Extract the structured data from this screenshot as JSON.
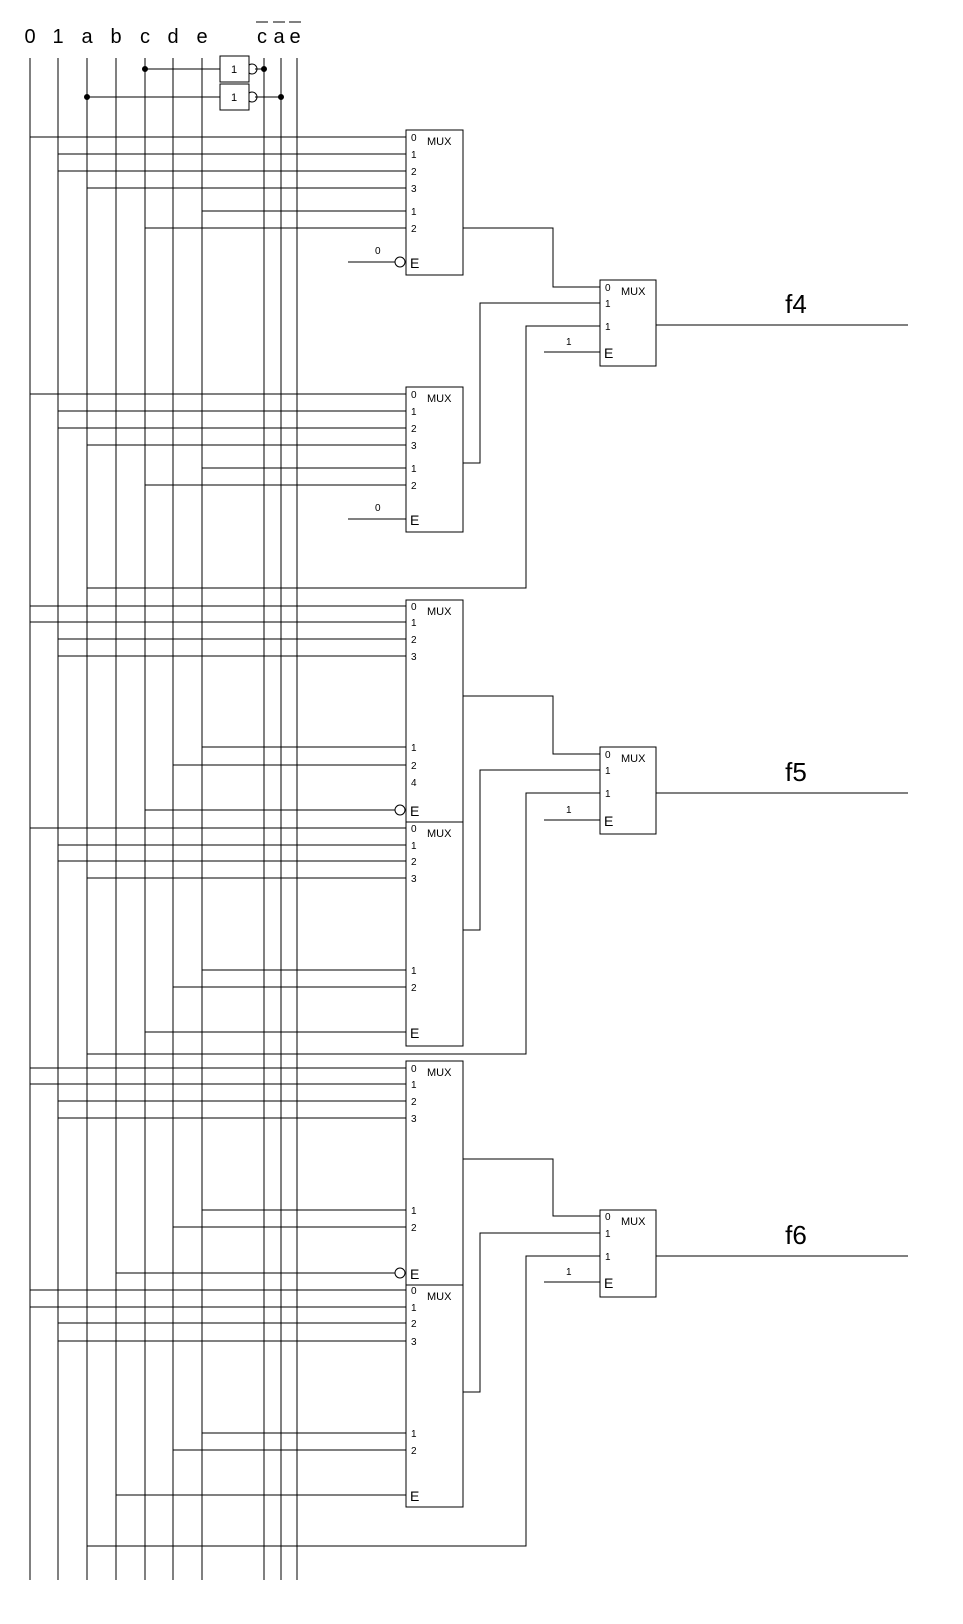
{
  "bus_labels": [
    "0",
    "1",
    "a",
    "b",
    "c",
    "d",
    "e",
    "c",
    "a",
    "e"
  ],
  "inverted_bus_labels": [
    "c",
    "a",
    "e"
  ],
  "inverter_gate_label": "1",
  "mux_title": "MUX",
  "enable_label": "E",
  "data_pins_4": [
    "0",
    "1",
    "2",
    "3"
  ],
  "data_pins_2": [
    "0",
    "1"
  ],
  "select_pins_2": [
    "1",
    "2"
  ],
  "select_pins_3": [
    "1",
    "2",
    "4"
  ],
  "select_pin_1": "1",
  "enable_constant_0": "0",
  "enable_constant_1": "1",
  "outputs": [
    "f4",
    "f5",
    "f6"
  ]
}
